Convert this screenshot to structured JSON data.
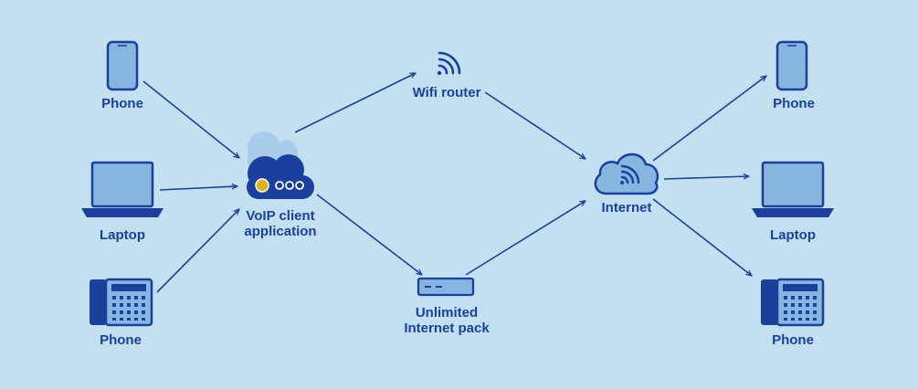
{
  "colors": {
    "background": "#c3e0f1",
    "primary": "#1b3f9c",
    "device_fill": "#86b5e0",
    "cloud_light": "#a8cdea",
    "accent": "#e0b219"
  },
  "nodes": {
    "left_phone": {
      "label": "Phone",
      "icon": "smartphone-icon"
    },
    "left_laptop": {
      "label": "Laptop",
      "icon": "laptop-icon"
    },
    "left_deskphone": {
      "label": "Phone",
      "icon": "desk-phone-icon"
    },
    "voip": {
      "label_line1": "VoIP client",
      "label_line2": "application",
      "icon": "cloud-app-icon"
    },
    "router": {
      "label": "Wifi router",
      "icon": "wifi-icon"
    },
    "pack": {
      "label_line1": "Unlimited",
      "label_line2": "Internet pack",
      "icon": "modem-icon"
    },
    "internet": {
      "label": "Internet",
      "icon": "wifi-cloud-icon"
    },
    "right_phone": {
      "label": "Phone",
      "icon": "smartphone-icon"
    },
    "right_laptop": {
      "label": "Laptop",
      "icon": "laptop-icon"
    },
    "right_deskphone": {
      "label": "Phone",
      "icon": "desk-phone-icon"
    }
  },
  "edges": [
    {
      "from": "left_phone",
      "to": "voip"
    },
    {
      "from": "left_laptop",
      "to": "voip"
    },
    {
      "from": "left_deskphone",
      "to": "voip"
    },
    {
      "from": "voip",
      "to": "router"
    },
    {
      "from": "voip",
      "to": "pack"
    },
    {
      "from": "router",
      "to": "internet"
    },
    {
      "from": "pack",
      "to": "internet"
    },
    {
      "from": "internet",
      "to": "right_phone"
    },
    {
      "from": "internet",
      "to": "right_laptop"
    },
    {
      "from": "internet",
      "to": "right_deskphone"
    }
  ]
}
